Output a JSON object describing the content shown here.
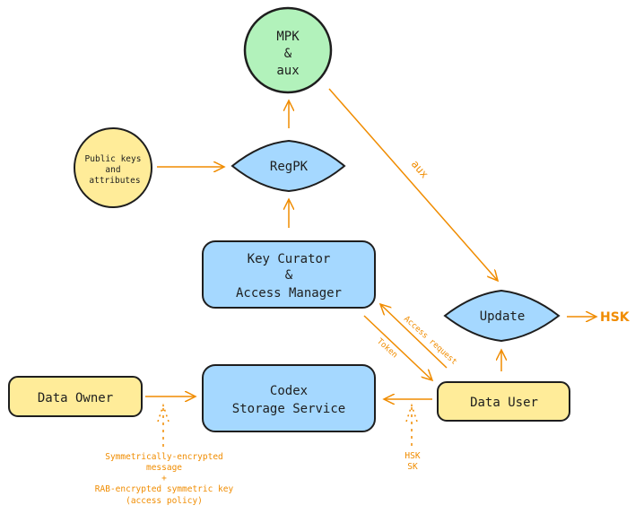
{
  "colors": {
    "green_fill": "#b2f2bb",
    "yellow_fill": "#ffec99",
    "blue_fill": "#a5d8ff",
    "stroke": "#1e1e1e",
    "arrow": "#f08c00"
  },
  "nodes": {
    "mpk": [
      "MPK",
      "&",
      "aux"
    ],
    "public_keys": [
      "Public keys",
      "and",
      "attributes"
    ],
    "regpk": "RegPK",
    "key_curator": [
      "Key Curator",
      "&",
      "Access Manager"
    ],
    "update": "Update",
    "hsk_output": "HSK",
    "data_owner": "Data Owner",
    "codex": [
      "Codex",
      "Storage Service"
    ],
    "data_user": "Data User"
  },
  "edges": {
    "aux_label": "aux",
    "access_request_label": "Access request",
    "token_label": "Token",
    "owner_payload": [
      "Symmetrically-encrypted",
      "message",
      "+",
      "RAB-encrypted symmetric key",
      "(access policy)"
    ],
    "user_payload": [
      "HSK",
      "SK"
    ]
  }
}
